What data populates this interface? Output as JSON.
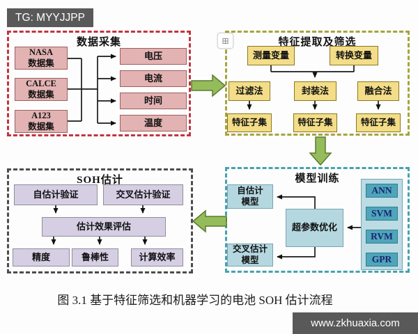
{
  "overlay": {
    "tg_banner": "TG: MYYJJPP",
    "watermark": "www.zkhuaxia.com"
  },
  "caption": "图 3.1 基于特征筛选和机器学习的电池 SOH 估计流程",
  "icons": {
    "image_placeholder_glyph": "⊞"
  },
  "colors": {
    "banner_bg": "#595959",
    "data_collection_border": "#c03540",
    "data_collection_box": "#e3b3b3",
    "feature_border": "#a6a43e",
    "feature_box": "#f3dd88",
    "model_border": "#46a2ae",
    "model_box": "#b5d8e0",
    "algorithm_box": "#4fa5ba",
    "soh_border": "#4d4d4d",
    "soh_box": "#d6cfe4",
    "flow_arrow": "#95bc5a"
  },
  "sections": {
    "data_collection": {
      "title": "数据采集",
      "datasets": [
        {
          "line1": "NASA",
          "line2": "数据集"
        },
        {
          "line1": "CALCE",
          "line2": "数据集"
        },
        {
          "line1": "A123",
          "line2": "数据集"
        }
      ],
      "signals": [
        "电压",
        "电流",
        "时间",
        "温度"
      ]
    },
    "feature_extraction": {
      "title": "特征提取及筛选",
      "variables": [
        "测量变量",
        "转换变量"
      ],
      "methods": [
        "过滤法",
        "封装法",
        "融合法"
      ],
      "subsets": [
        "特征子集",
        "特征子集",
        "特征子集"
      ]
    },
    "model_training": {
      "title": "模型训练",
      "self_model": {
        "line1": "自估计",
        "line2": "模型"
      },
      "hyperparam": "超参数优化",
      "cross_model": {
        "line1": "交叉估计",
        "line2": "模型"
      },
      "algorithms": [
        "ANN",
        "SVM",
        "RVM",
        "GPR"
      ]
    },
    "soh_estimation": {
      "title": "SOH估计",
      "validations": [
        "自估计验证",
        "交叉估计验证"
      ],
      "evaluation": "估计效果评估",
      "metrics": [
        "精度",
        "鲁棒性",
        "计算效率"
      ]
    }
  }
}
